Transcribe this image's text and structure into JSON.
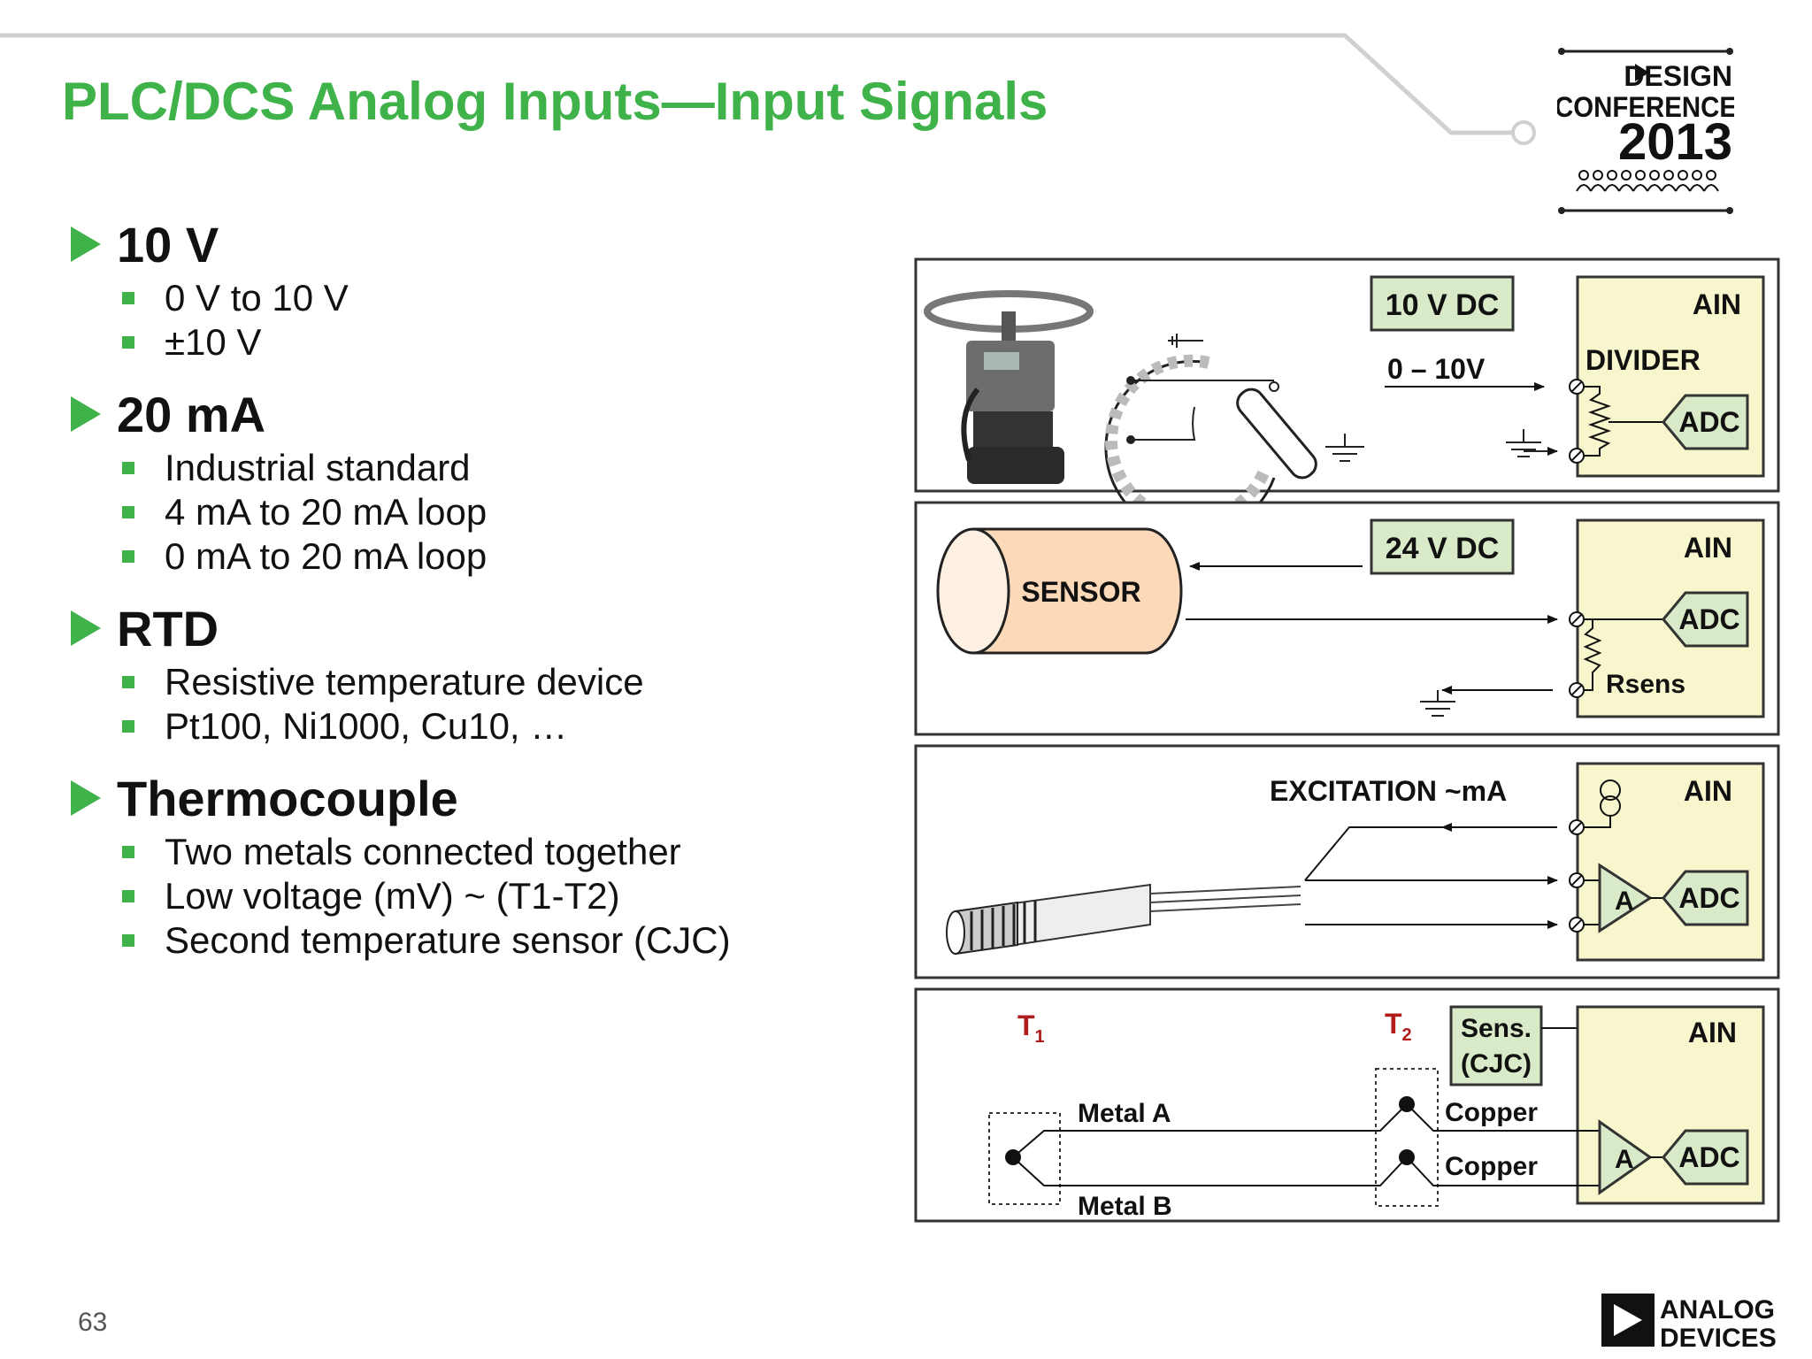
{
  "title": "PLC/DCS Analog Inputs—Input Signals",
  "page_number": "63",
  "colors": {
    "accent": "#3fb34a",
    "ain_fill": "#f8f6cc",
    "box_fill": "#d8eac8",
    "sensor_fill": "#fcd9b8",
    "t_red": "#b01c1c"
  },
  "sections": [
    {
      "heading": "10 V",
      "items": [
        "0 V to 10 V",
        "±10 V"
      ]
    },
    {
      "heading": "20 mA",
      "items": [
        "Industrial standard",
        "4 mA to 20 mA loop",
        "0 mA to 20 mA loop"
      ]
    },
    {
      "heading": "RTD",
      "items": [
        "Resistive temperature device",
        "Pt100, Ni1000, Cu10, …"
      ]
    },
    {
      "heading": "Thermocouple",
      "items": [
        "Two metals connected together",
        "Low voltage (mV)  ~  (T1-T2)",
        "Second temperature sensor (CJC)"
      ]
    }
  ],
  "conference_logo": {
    "line1": "DESIGN",
    "line2": "CONFERENCE",
    "year": "2013"
  },
  "company_logo": {
    "line1": "ANALOG",
    "line2": "DEVICES"
  },
  "diagram": {
    "voltage": {
      "supply": "10 V DC",
      "range": "0 – 10V",
      "ain": "AIN",
      "divider": "DIVIDER",
      "adc": "ADC"
    },
    "current": {
      "supply": "24 V DC",
      "sensor": "SENSOR",
      "ain": "AIN",
      "adc": "ADC",
      "rsens": "Rsens"
    },
    "rtd": {
      "excitation": "EXCITATION ~mA",
      "ain": "AIN",
      "amp": "A",
      "adc": "ADC"
    },
    "tc": {
      "t1": "T",
      "t1_sub": "1",
      "t2": "T",
      "t2_sub": "2",
      "sens1": "Sens.",
      "sens2": "(CJC)",
      "metal_a": "Metal A",
      "metal_b": "Metal B",
      "copper1": "Copper",
      "copper2": "Copper",
      "ain": "AIN",
      "amp": "A",
      "adc": "ADC"
    }
  }
}
